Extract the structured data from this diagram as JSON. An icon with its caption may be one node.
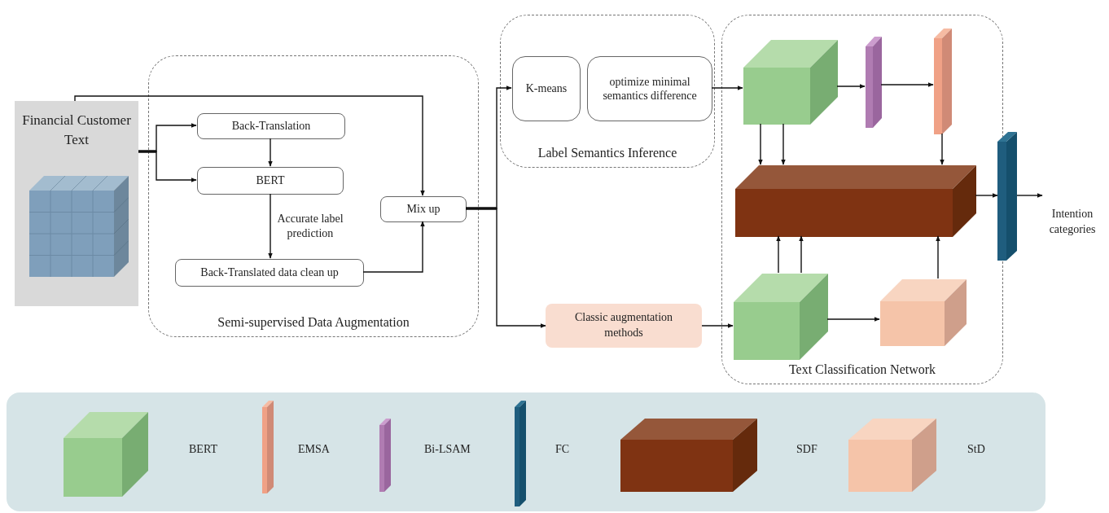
{
  "diagram": {
    "nodes": [
      {
        "text": [
          "Semi-supervised Data Augmentation"
        ]
      },
      {
        "text": [
          "Financial Customer Text"
        ]
      },
      {
        "text": [
          "Back-Translation"
        ],
        "in": 0
      },
      {
        "text": [
          "BERT"
        ],
        "in": 0
      },
      {
        "text": [
          "Back-Translated data clean up"
        ],
        "in": 0
      },
      {
        "text": [
          "Mix up"
        ],
        "in": 0
      },
      {
        "text": [
          "Label Semantics Inference"
        ]
      },
      {
        "text": [
          "K-means"
        ],
        "in": 6
      },
      {
        "text": [
          "optimize minimal semantics difference"
        ],
        "in": 6
      },
      {
        "text": [
          "Classic augmentation methods"
        ]
      },
      {
        "text": [
          "Text Classification Network"
        ]
      },
      {
        "text": [],
        "shape": "box",
        "in": 10
      },
      {
        "text": [],
        "shape": "bar",
        "in": 10
      },
      {
        "text": [],
        "shape": "bar",
        "in": 10
      },
      {
        "text": [],
        "shape": "box",
        "in": 10
      },
      {
        "text": [],
        "shape": "bar"
      },
      {
        "text": [],
        "shape": "box",
        "in": 10
      },
      {
        "text": [],
        "shape": "box",
        "in": 10
      },
      {
        "text": [
          "Intention categories"
        ]
      }
    ],
    "edges": [
      {
        "from": 1,
        "to": 2,
        "arrow": "to"
      },
      {
        "from": 1,
        "to": 3,
        "arrow": "to"
      },
      {
        "from": 1,
        "to": 5,
        "arrow": "to"
      },
      {
        "from": 2,
        "to": 3,
        "arrow": "to"
      },
      {
        "from": 3,
        "to": 4,
        "arrow": "to",
        "label": "Accurate label prediction"
      },
      {
        "from": 4,
        "to": 5,
        "arrow": "to"
      },
      {
        "from": 5,
        "to": 7,
        "arrow": "to"
      },
      {
        "from": 5,
        "to": 9,
        "arrow": "to"
      },
      {
        "from": 8,
        "to": 11,
        "arrow": "to"
      },
      {
        "from": 11,
        "to": 12,
        "arrow": "to"
      },
      {
        "from": 12,
        "to": 13,
        "arrow": "to"
      },
      {
        "from": 11,
        "to": 14,
        "arrow": "to"
      },
      {
        "from": 11,
        "to": 14,
        "arrow": "to"
      },
      {
        "from": 13,
        "to": 14,
        "arrow": "to"
      },
      {
        "from": 14,
        "to": 15,
        "arrow": "to"
      },
      {
        "from": 15,
        "to": 18,
        "arrow": "to"
      },
      {
        "from": 9,
        "to": 16,
        "arrow": "to"
      },
      {
        "from": 16,
        "to": 14,
        "arrow": "to"
      },
      {
        "from": 16,
        "to": 14,
        "arrow": "to"
      },
      {
        "from": 16,
        "to": 17,
        "arrow": "to"
      },
      {
        "from": 17,
        "to": 14,
        "arrow": "to"
      }
    ],
    "legend": [
      {
        "text": "BERT"
      },
      {
        "text": "EMSA"
      },
      {
        "text": "Bi-LSAM"
      },
      {
        "text": "FC"
      },
      {
        "text": "SDF"
      },
      {
        "text": "StD"
      }
    ]
  }
}
